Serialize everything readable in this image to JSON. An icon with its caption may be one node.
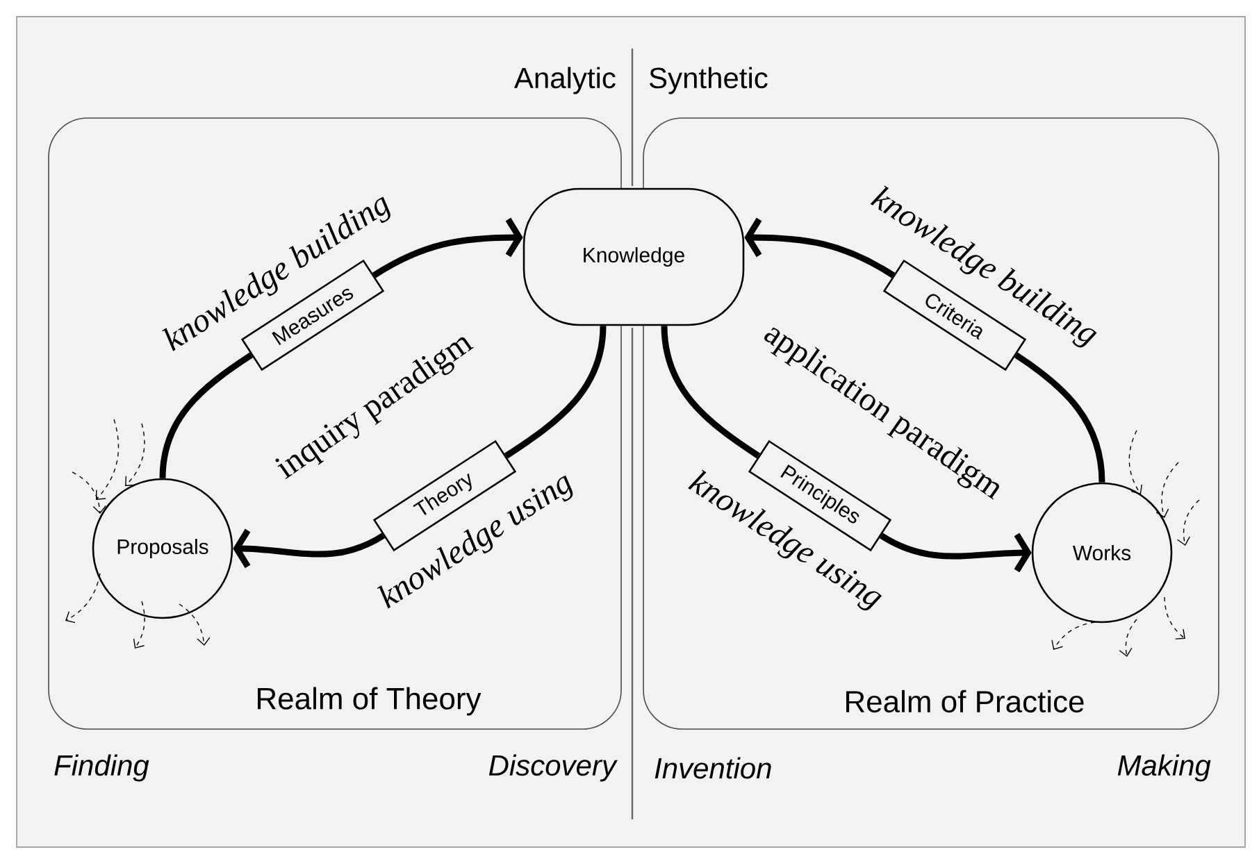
{
  "diagram": {
    "nodes": [
      {
        "text": [
          "Realm of Theory"
        ]
      },
      {
        "text": [
          "Proposals"
        ],
        "in": 0
      },
      {
        "text": [
          "Measures"
        ],
        "in": 0
      },
      {
        "text": [
          "Theory"
        ],
        "in": 0
      },
      {
        "text": [
          "Knowledge"
        ]
      },
      {
        "text": [
          "Realm of Practice"
        ]
      },
      {
        "text": [
          "Criteria"
        ],
        "in": 5
      },
      {
        "text": [
          "Principles"
        ],
        "in": 5
      },
      {
        "text": [
          "Works"
        ],
        "in": 5
      }
    ],
    "edges": [
      {
        "from": 1,
        "to": 2,
        "arrow": "none"
      },
      {
        "from": 2,
        "to": 4,
        "arrow": "to",
        "label": "knowledge building"
      },
      {
        "from": 4,
        "to": 3,
        "arrow": "none"
      },
      {
        "from": 3,
        "to": 1,
        "arrow": "to",
        "label": "knowledge using"
      },
      {
        "from": 8,
        "to": 6,
        "arrow": "none"
      },
      {
        "from": 6,
        "to": 4,
        "arrow": "to",
        "label": "knowledge building"
      },
      {
        "from": 4,
        "to": 7,
        "arrow": "none"
      },
      {
        "from": 7,
        "to": 8,
        "arrow": "to",
        "label": "knowledge using"
      }
    ],
    "labels": [
      "Analytic",
      "Synthetic",
      "inquiry paradigm",
      "application paradigm",
      "Finding",
      "Discovery",
      "Invention",
      "Making"
    ]
  }
}
